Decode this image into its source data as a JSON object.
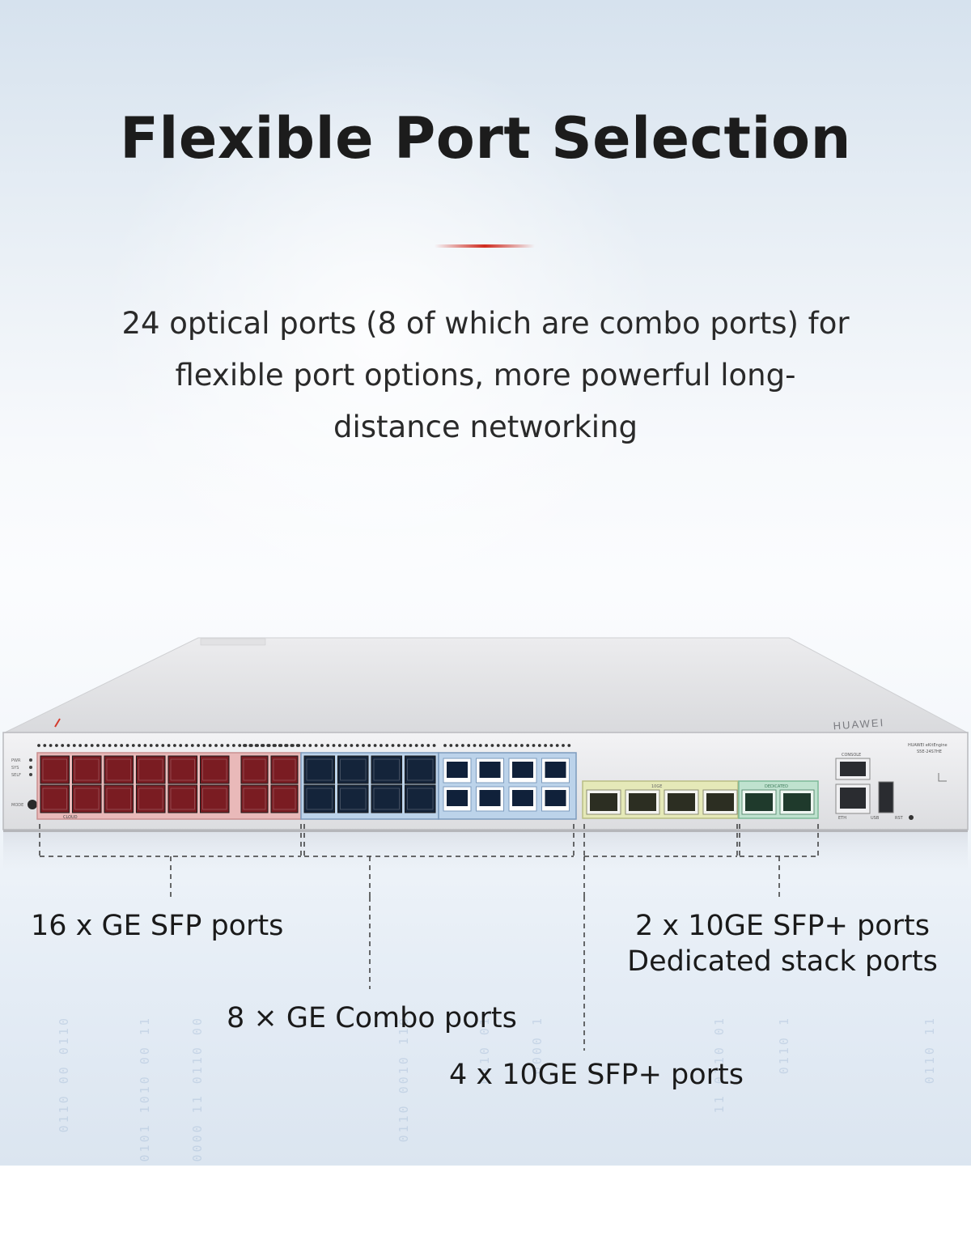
{
  "title": "Flexible Port Selection",
  "description": "24 optical ports (8 of which are combo ports) for flexible port options, more powerful long-distance networking",
  "device": {
    "brand": "HUAWEI",
    "model_line1": "HUAWEI eKitEngine",
    "model_line2": "S5E-24S7HE",
    "console_label": "CONSOLE",
    "eth_label": "ETH",
    "usb_label": "USB",
    "rst_label": "RST",
    "mode_label": "MODE",
    "cloud_label": "CLOUD",
    "stack_label": "DEDICATED",
    "tengig_label": "10GE",
    "led_labels": [
      "PWR",
      "SYS",
      "SELF"
    ],
    "colors": {
      "ge_sfp": "#e9b9b9",
      "combo": "#bcd3ea",
      "tengig": "#e5e9b8",
      "stack": "#bfe2cf"
    }
  },
  "callouts": {
    "ge_sfp": "16 x GE SFP ports",
    "combo": "8 × GE Combo ports",
    "tengig": "4 x 10GE SFP+ ports",
    "stack_line1": "2 x 10GE SFP+ ports",
    "stack_line2": "Dedicated stack ports"
  }
}
